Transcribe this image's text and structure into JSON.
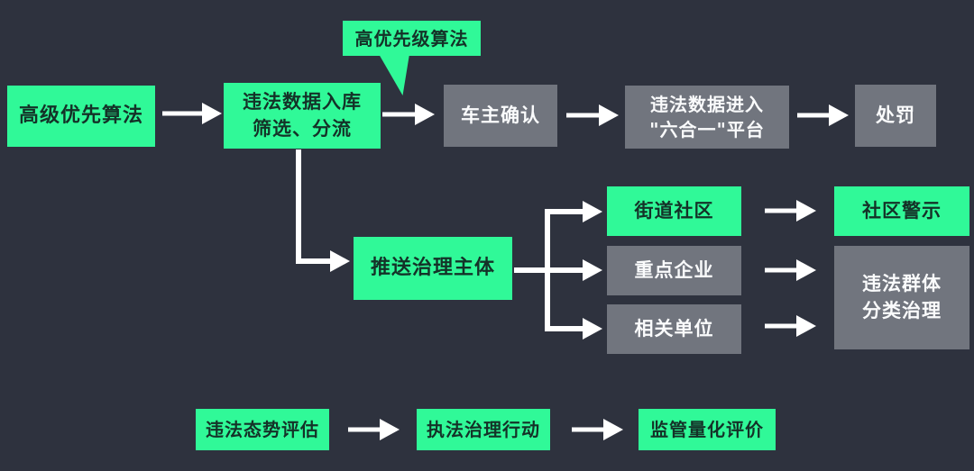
{
  "diagram": {
    "type": "flowchart",
    "background_color": "#2E323E",
    "colors": {
      "node_green": "#30F998",
      "node_gray": "#71757E",
      "green_node_text": "#143228",
      "gray_node_text": "#FAFBFC",
      "arrow": "#FFFFFF"
    },
    "callout": {
      "label": "高优先级算法",
      "points_to": "intake_to_owner_arrow"
    },
    "nodes": {
      "advanced_algorithm": {
        "label": "高级优先算法",
        "style": "green"
      },
      "data_intake": {
        "label": "违法数据入库\n筛选、分流",
        "style": "green"
      },
      "owner_confirm": {
        "label": "车主确认",
        "style": "gray"
      },
      "six_in_one": {
        "label": "违法数据进入\n\"六合一\"平台",
        "style": "gray"
      },
      "punishment": {
        "label": "处罚",
        "style": "gray"
      },
      "push_governance": {
        "label": "推送治理主体",
        "style": "green"
      },
      "street_community": {
        "label": "街道社区",
        "style": "green"
      },
      "key_enterprises": {
        "label": "重点企业",
        "style": "gray"
      },
      "related_units": {
        "label": "相关单位",
        "style": "gray"
      },
      "community_warning": {
        "label": "社区警示",
        "style": "green"
      },
      "group_governance": {
        "label": "违法群体\n分类治理",
        "style": "gray"
      },
      "trend_assessment": {
        "label": "违法态势评估",
        "style": "green"
      },
      "enforcement_action": {
        "label": "执法治理行动",
        "style": "green"
      },
      "quantitative_evaluation": {
        "label": "监管量化评价",
        "style": "green"
      }
    },
    "edges": [
      {
        "from": "advanced_algorithm",
        "to": "data_intake"
      },
      {
        "from": "data_intake",
        "to": "owner_confirm"
      },
      {
        "from": "owner_confirm",
        "to": "six_in_one"
      },
      {
        "from": "six_in_one",
        "to": "punishment"
      },
      {
        "from": "data_intake",
        "to": "push_governance"
      },
      {
        "from": "push_governance",
        "to": "street_community"
      },
      {
        "from": "push_governance",
        "to": "key_enterprises"
      },
      {
        "from": "push_governance",
        "to": "related_units"
      },
      {
        "from": "street_community",
        "to": "community_warning"
      },
      {
        "from": "key_enterprises",
        "to": "group_governance"
      },
      {
        "from": "related_units",
        "to": "group_governance"
      },
      {
        "from": "trend_assessment",
        "to": "enforcement_action"
      },
      {
        "from": "enforcement_action",
        "to": "quantitative_evaluation"
      }
    ]
  }
}
